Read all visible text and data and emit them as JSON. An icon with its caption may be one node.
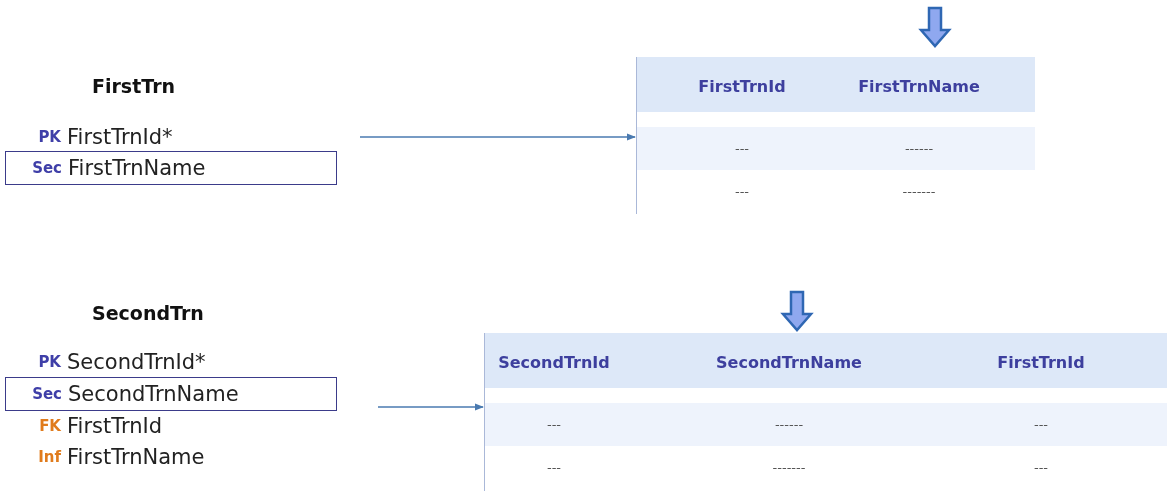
{
  "diagram": {
    "nodes": [
      {
        "text": [
          "FirstTrn"
        ]
      },
      {
        "text": [
          "PK",
          "FirstTrnId*"
        ],
        "in": 0
      },
      {
        "text": [
          "Sec",
          "FirstTrnName"
        ],
        "in": 0
      },
      {
        "text": [],
        "shape": "table"
      },
      {
        "text": [
          "SecondTrn"
        ]
      },
      {
        "text": [
          "PK",
          "SecondTrnId*"
        ],
        "in": 4
      },
      {
        "text": [
          "Sec",
          "SecondTrnName"
        ],
        "in": 4
      },
      {
        "text": [
          "FK",
          "FirstTrnId"
        ],
        "in": 4
      },
      {
        "text": [
          "Inf",
          "FirstTrnName"
        ],
        "in": 4
      },
      {
        "text": [],
        "shape": "table"
      }
    ],
    "edges": [
      {
        "from": 0,
        "to": 3,
        "arrow": "to"
      },
      {
        "from": 4,
        "to": 9,
        "arrow": "to"
      }
    ],
    "labels": [
      "FirstTrnId",
      "FirstTrnName",
      "---",
      "------",
      "---",
      "-------",
      "SecondTrnId",
      "SecondTrnName",
      "FirstTrnId",
      "---",
      "------",
      "---",
      "---",
      "-------",
      "---"
    ]
  }
}
